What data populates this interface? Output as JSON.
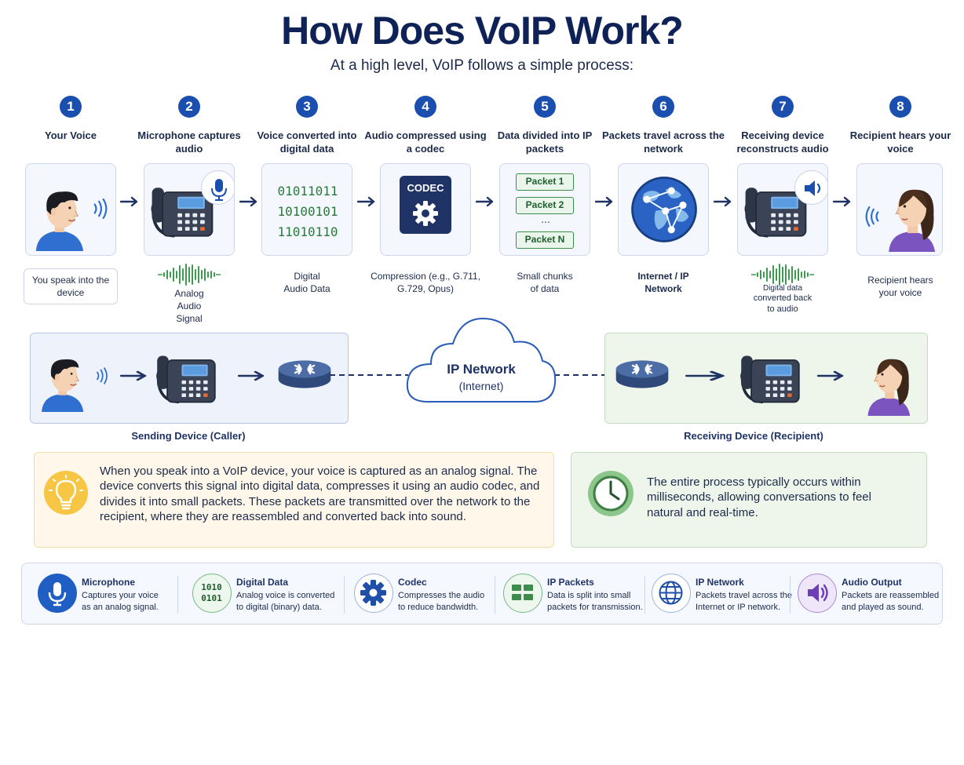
{
  "title": "How Does VoIP Work?",
  "subtitle": "At a high level, VoIP follows a simple process:",
  "steps": [
    {
      "num": "1",
      "title": "Your Voice",
      "caption": "You speak into the device"
    },
    {
      "num": "2",
      "title": "Microphone captures audio",
      "caption": "Analog Audio Signal"
    },
    {
      "num": "3",
      "title": "Voice converted into digital data",
      "caption": "Digital Audio Data",
      "binary": [
        "01011011",
        "10100101",
        "11010110"
      ]
    },
    {
      "num": "4",
      "title": "Audio compressed using a codec",
      "caption": "Compression (e.g., G.711, G.729, Opus)",
      "codec_label": "CODEC"
    },
    {
      "num": "5",
      "title": "Data divided into IP packets",
      "caption": "Small chunks of data",
      "packets": [
        "Packet 1",
        "Packet 2",
        "...",
        "Packet N"
      ]
    },
    {
      "num": "6",
      "title": "Packets travel across the network",
      "caption": "Internet / IP Network"
    },
    {
      "num": "7",
      "title": "Receiving device reconstructs audio",
      "caption": "converted back to audio",
      "caption_small": "Digital data"
    },
    {
      "num": "8",
      "title": "Recipient hears your voice",
      "caption": "Recipient hears your voice"
    }
  ],
  "network": {
    "cloud_title": "IP Network",
    "cloud_sub": "(Internet)",
    "sending_label": "Sending Device (Caller)",
    "receiving_label": "Receiving Device (Recipient)"
  },
  "info": {
    "process_text": "When you speak into a VoIP device, your voice is captured as an analog signal. The device converts this signal into digital data, compresses it using an audio codec, and divides it into small packets. These packets are transmitted over the network to the recipient, where they are reassembled and converted back into sound.",
    "timing_text": "The entire process typically occurs within milliseconds, allowing conversations to feel natural and real-time."
  },
  "legend": [
    {
      "icon": "microphone-icon",
      "title": "Microphone",
      "desc1": "Captures your voice",
      "desc2": "as an analog signal."
    },
    {
      "icon": "binary-icon",
      "title": "Digital Data",
      "desc1": "Analog voice is converted",
      "desc2": "to digital (binary) data.",
      "icon_text": [
        "1010",
        "0101"
      ]
    },
    {
      "icon": "gear-icon",
      "title": "Codec",
      "desc1": "Compresses the audio",
      "desc2": "to reduce bandwidth."
    },
    {
      "icon": "packets-icon",
      "title": "IP Packets",
      "desc1": "Data is split into small",
      "desc2": "packets for transmission."
    },
    {
      "icon": "globe-icon",
      "title": "IP Network",
      "desc1": "Packets travel across the",
      "desc2": "Internet or IP network."
    },
    {
      "icon": "speaker-icon",
      "title": "Audio Output",
      "desc1": "Packets are reassembled",
      "desc2": "and played as sound."
    }
  ],
  "colors": {
    "title": "#0f2257",
    "step_badge": "#1a4fb0",
    "binary_green": "#2a7a3b",
    "codec_navy": "#1f3366",
    "lightbulb": "#f6c644",
    "clock_green": "#5f9e61",
    "audio_purple": "#6c3fb5"
  }
}
